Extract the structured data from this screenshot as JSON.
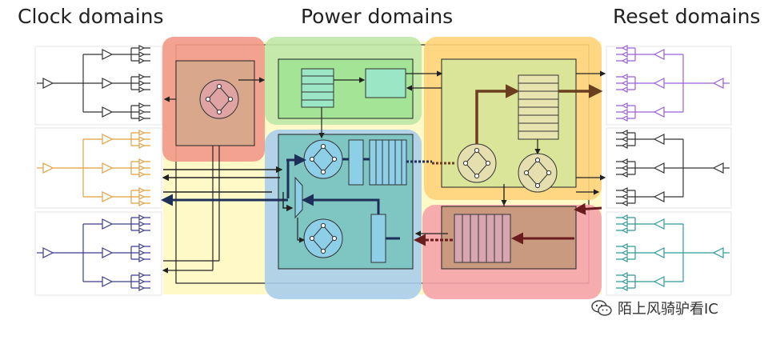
{
  "titles": {
    "clock": "Clock domains",
    "power": "Power domains",
    "reset": "Reset domains"
  },
  "watermark": {
    "text": "陌上风骑驴看IC",
    "icon": "wechat-icon"
  },
  "colors": {
    "clock_orange": "#e0a040",
    "clock_navy": "#3c3c8c",
    "reset_purple": "#9b5fd6",
    "reset_teal": "#2f9a9a",
    "power_red": "#f29a8a",
    "power_green": "#bfe8a8",
    "power_orange": "#ffd37a",
    "power_blue": "#a9cdea",
    "power_pink": "#f5a3a8",
    "power_yellow": "#fff8c4",
    "arrow_dark": "#222222",
    "arrow_brown": "#6a3e1e",
    "arrow_navy": "#1e2f5a",
    "arrow_darkred": "#6a1d1d"
  }
}
